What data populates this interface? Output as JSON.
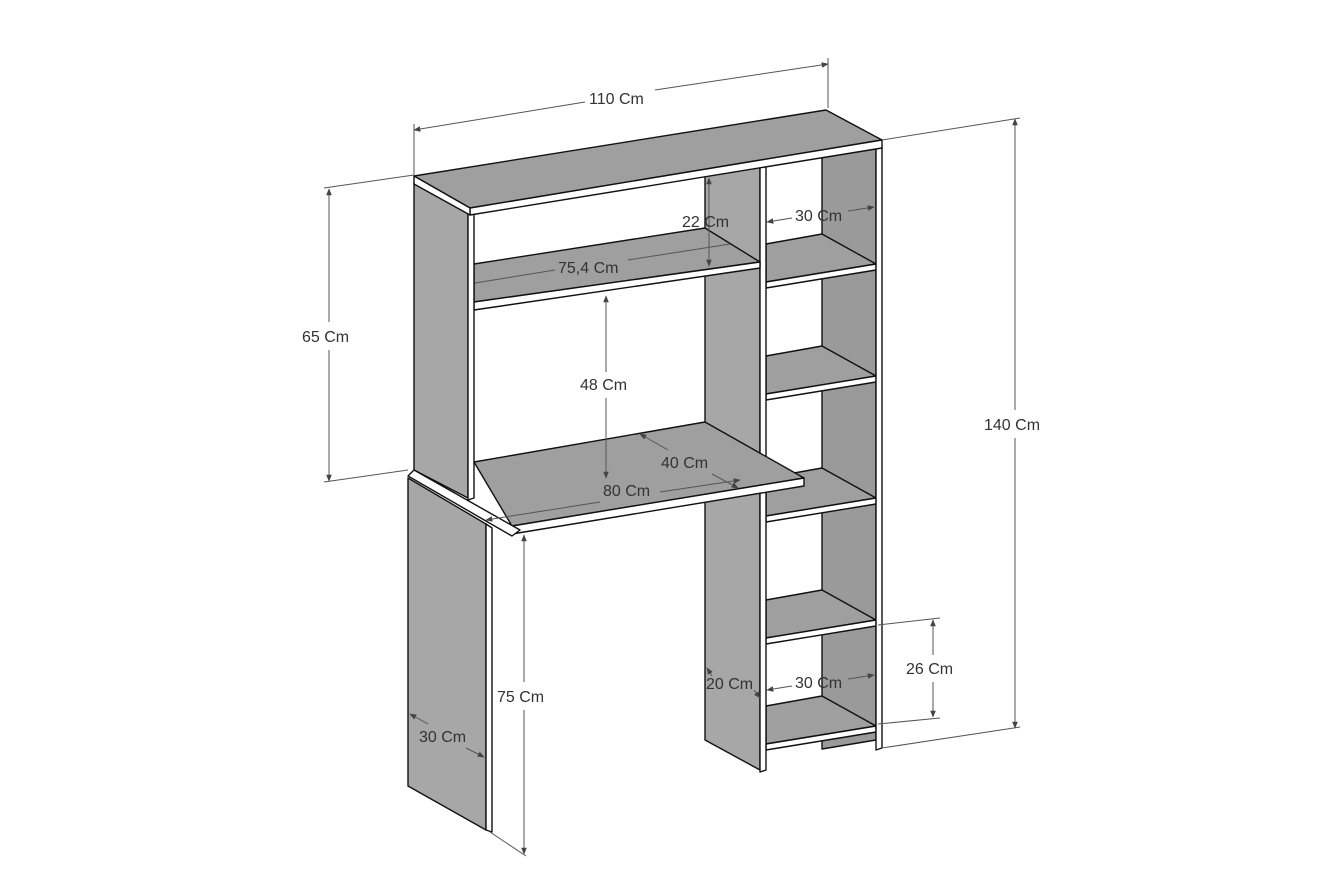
{
  "dimensions": {
    "total_width": "110 Cm",
    "total_height": "140 Cm",
    "hutch_height": "65 Cm",
    "desk_height": "75 Cm",
    "top_shelf_gap": "22 Cm",
    "shelf_width_top": "30 Cm",
    "inner_shelf_width": "75,4 Cm",
    "desk_clearance": "48 Cm",
    "desk_depth": "40 Cm",
    "desk_width": "80 Cm",
    "shelf_gap_bottom": "26 Cm",
    "shelf_width_bottom": "30 Cm",
    "panel_depth_mid": "20 Cm",
    "leg_depth": "30 Cm"
  },
  "colors": {
    "panel": "#a7a7a7",
    "edge": "#ffffff",
    "outline": "#111111",
    "dimension": "#555555"
  }
}
